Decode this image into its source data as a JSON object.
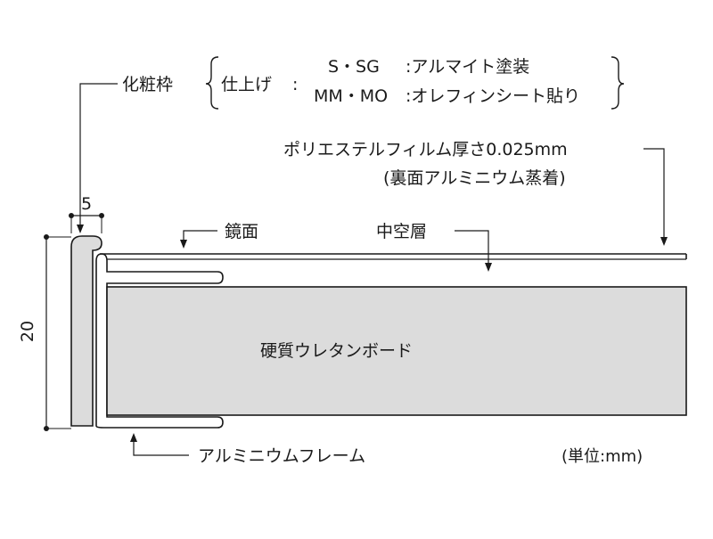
{
  "labels": {
    "decor_frame": "化粧枠",
    "finish": "仕上げ",
    "finish_colon": ":",
    "finish_sg": "S・SG",
    "finish_sg_desc": ":アルマイト塗装",
    "finish_mm": "MM・MO",
    "finish_mm_desc": ":オレフィンシート貼り",
    "polyester_film": "ポリエステルフィルム厚さ0.025mm",
    "polyester_note": "(裏面アルミニウム蒸着)",
    "mirror_surface": "鏡面",
    "hollow_layer": "中空層",
    "urethane_board": "硬質ウレタンボード",
    "aluminum_frame": "アルミニウムフレーム",
    "unit": "(単位:mm)"
  },
  "dimensions": {
    "width_value": "5",
    "height_value": "20"
  },
  "colors": {
    "line": "#1a1a1a",
    "fill_gray": "#dcdcdc",
    "background": "#ffffff"
  }
}
